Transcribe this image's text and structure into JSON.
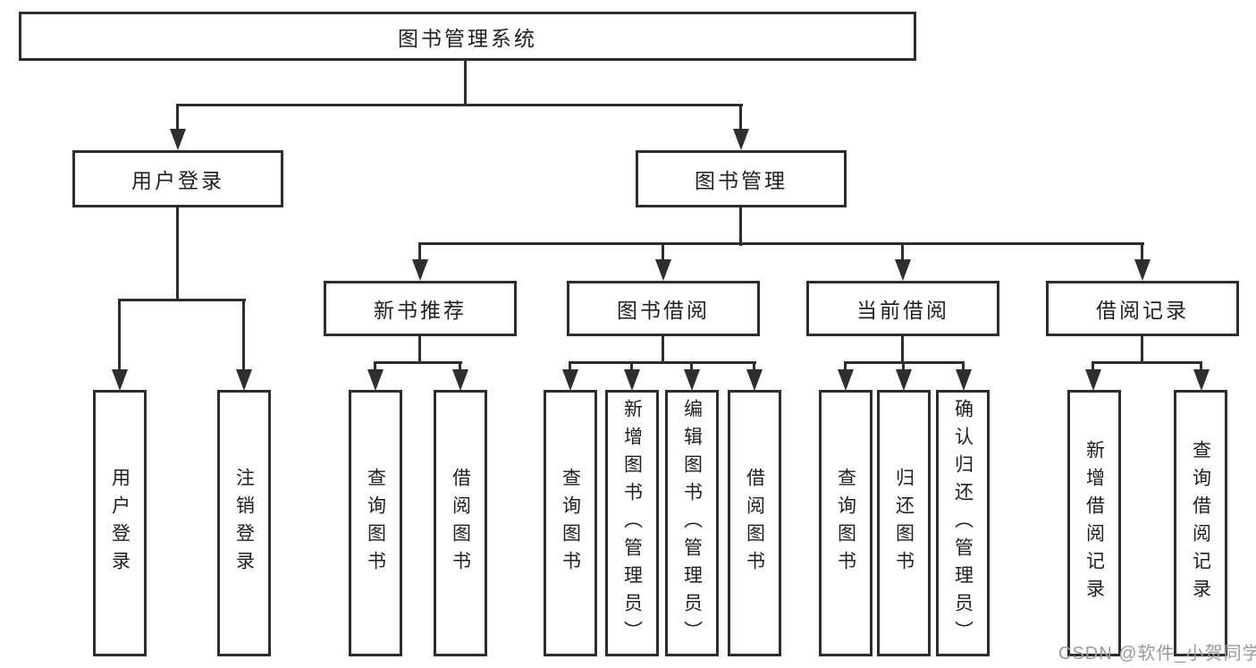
{
  "diagram": {
    "title": "图书管理系统",
    "type": "hierarchy-diagram",
    "colors": {
      "line": "#2e2e2e",
      "text": "#1f1f1f",
      "watermark": "#9a9a9a",
      "background": "#ffffff"
    },
    "root": {
      "label": "图书管理系统"
    },
    "branches": [
      {
        "label": "用户登录",
        "children": [
          {
            "label": "用户登录"
          },
          {
            "label": "注销登录"
          }
        ]
      },
      {
        "label": "图书管理",
        "children": [
          {
            "label": "新书推荐",
            "children": [
              {
                "label": "查询图书"
              },
              {
                "label": "借阅图书"
              }
            ]
          },
          {
            "label": "图书借阅",
            "children": [
              {
                "label": "查询图书"
              },
              {
                "label": "新增图书（管理员）"
              },
              {
                "label": "编辑图书（管理员）"
              },
              {
                "label": "借阅图书"
              }
            ]
          },
          {
            "label": "当前借阅",
            "children": [
              {
                "label": "查询图书"
              },
              {
                "label": "归还图书"
              },
              {
                "label": "确认归还（管理员）"
              }
            ]
          },
          {
            "label": "借阅记录",
            "children": [
              {
                "label": "新增借阅记录"
              },
              {
                "label": "查询借阅记录"
              }
            ]
          }
        ]
      }
    ],
    "watermark": {
      "text": "CSDN @软件_小贺同学"
    }
  }
}
